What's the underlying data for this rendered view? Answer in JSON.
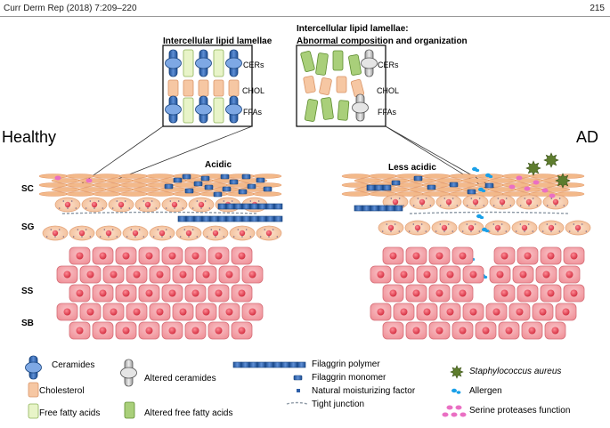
{
  "header": {
    "citation": "Curr Derm Rep (2018) 7:209–220",
    "page": "215"
  },
  "left_panel": {
    "inset_title": "Intercellular lipid lamellae",
    "inset_labels": [
      "CERs",
      "CHOL",
      "FFAs"
    ],
    "side_label": "Healthy",
    "ph_label": "Acidic"
  },
  "right_panel": {
    "inset_title_line1": "Intercellular lipid lamellae:",
    "inset_title_line2": "Abnormal composition and organization",
    "inset_labels": [
      "CERs",
      "CHOL",
      "FFAs"
    ],
    "side_label": "AD",
    "ph_label": "Less acidic"
  },
  "layers": [
    "SC",
    "SG",
    "SS",
    "SB"
  ],
  "legend": {
    "ceramides": "Ceramides",
    "cholesterol": "Cholesterol",
    "ffa": "Free fatty acids",
    "altered_ceramides": "Altered ceramides",
    "altered_ffa": "Altered free fatty acids",
    "filaggrin_polymer": "Filaggrin polymer",
    "filaggrin_monomer": "Filaggrin monomer",
    "nmf": "Natural moisturizing factor",
    "tight_junction": "Tight junction",
    "staph": "Staphylococcus aureus",
    "allergen": "Allergen",
    "serine": "Serine proteases function"
  },
  "colors": {
    "ceramide": "#2e5fa8",
    "cholesterol": "#f6c7a3",
    "ffa": "#e8f4c8",
    "altered_ffa": "#a9cf7a",
    "altered_ceramide": "#cfcfcf",
    "cell": "#f4a6ac",
    "nucleus": "#e8394a",
    "granular": "#f8d2b6",
    "corneocyte": "#f3b98a",
    "staph": "#5e7d2e",
    "allergen": "#1aa0e8",
    "serine": "#ea6fc3"
  }
}
